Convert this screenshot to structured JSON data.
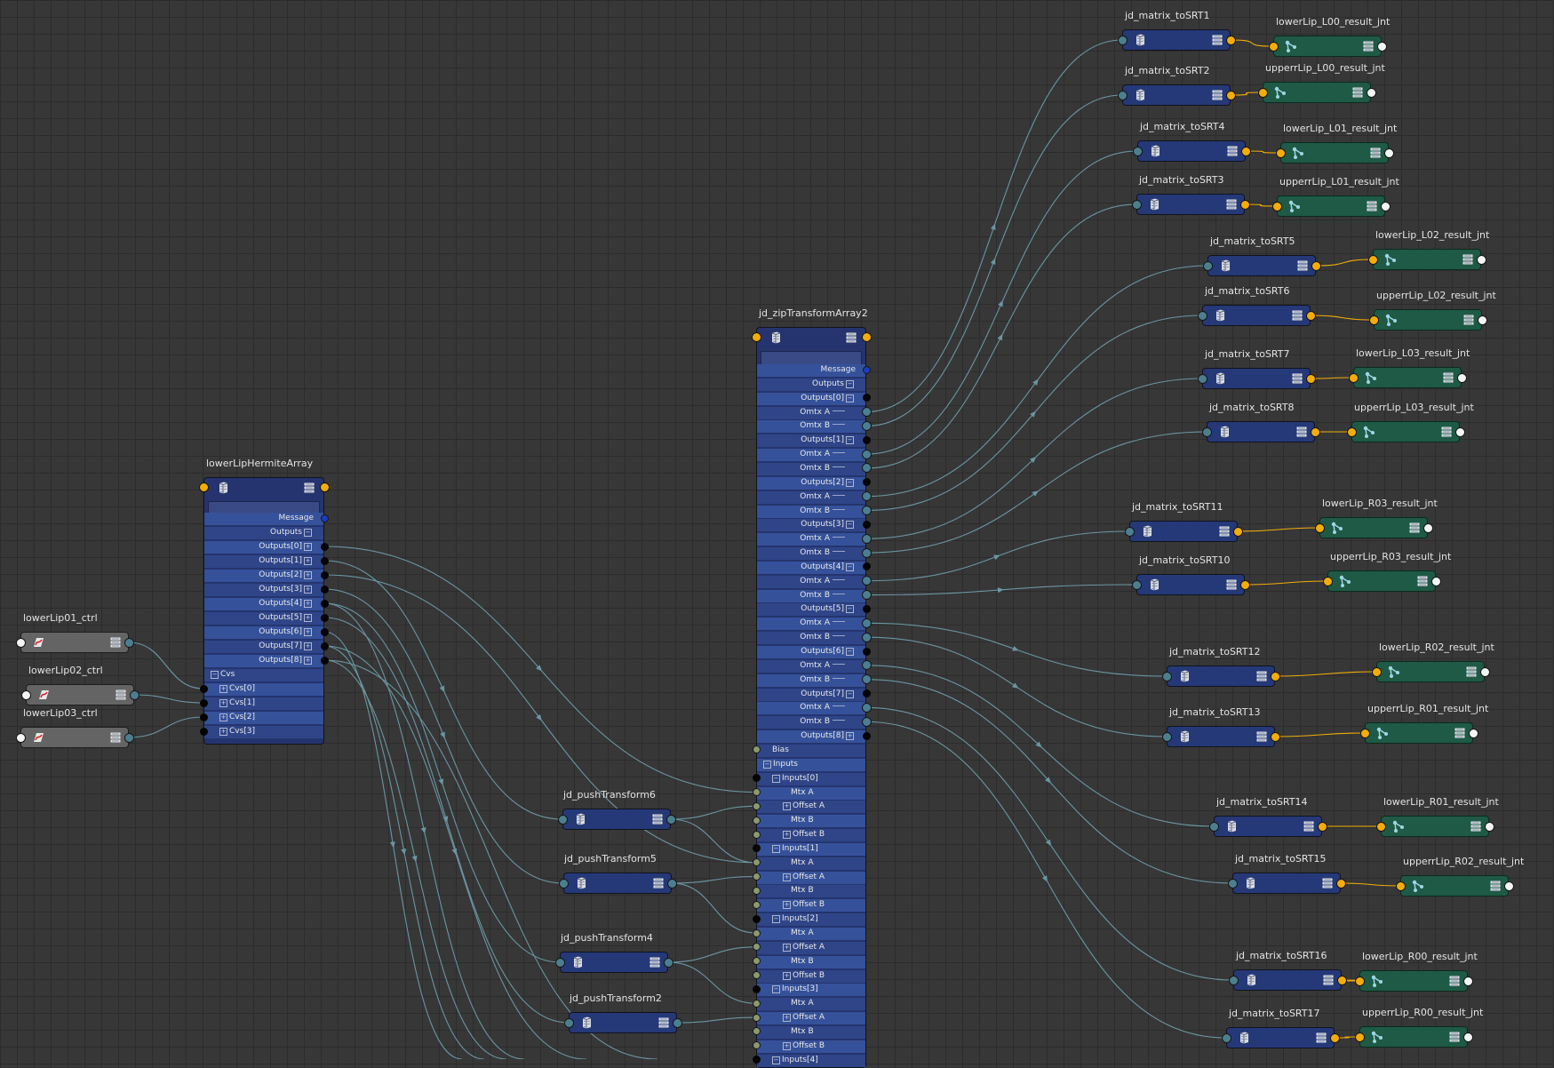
{
  "colors": {
    "background": "#373737",
    "grid": "#2c2c2c",
    "wire": "#6a96a2",
    "wire_active": "#f2ad0a"
  },
  "icons": {
    "transform": "stack-icon",
    "menu": "attribute-menu-icon",
    "ctrl": "nurbs-curve-icon",
    "joint": "joint-icon"
  },
  "hermite": {
    "name": "lowerLipHermiteArray",
    "attrs": [
      "Message",
      "Outputs",
      "Outputs[0]",
      "Outputs[1]",
      "Outputs[2]",
      "Outputs[3]",
      "Outputs[4]",
      "Outputs[5]",
      "Outputs[6]",
      "Outputs[7]",
      "Outputs[8]",
      "Cvs",
      "Cvs[0]",
      "Cvs[1]",
      "Cvs[2]",
      "Cvs[3]"
    ]
  },
  "zip": {
    "name": "jd_zipTransformArray2",
    "attrs": [
      "Message",
      "Outputs",
      "Outputs[0]",
      "Omtx A",
      "Omtx B",
      "Outputs[1]",
      "Omtx A",
      "Omtx B",
      "Outputs[2]",
      "Omtx A",
      "Omtx B",
      "Outputs[3]",
      "Omtx A",
      "Omtx B",
      "Outputs[4]",
      "Omtx A",
      "Omtx B",
      "Outputs[5]",
      "Omtx A",
      "Omtx B",
      "Outputs[6]",
      "Omtx A",
      "Omtx B",
      "Outputs[7]",
      "Omtx A",
      "Omtx B",
      "Outputs[8]",
      "Bias",
      "Inputs",
      "Inputs[0]",
      "Mtx A",
      "Offset A",
      "Mtx B",
      "Offset B",
      "Inputs[1]",
      "Mtx A",
      "Offset A",
      "Mtx B",
      "Offset B",
      "Inputs[2]",
      "Mtx A",
      "Offset A",
      "Mtx B",
      "Offset B",
      "Inputs[3]",
      "Mtx A",
      "Offset A",
      "Mtx B",
      "Offset B",
      "Inputs[4]"
    ]
  },
  "ctrls": [
    {
      "name": "lowerLip01_ctrl"
    },
    {
      "name": "lowerLip02_ctrl"
    },
    {
      "name": "lowerLip03_ctrl"
    }
  ],
  "push": [
    {
      "name": "jd_pushTransform6"
    },
    {
      "name": "jd_pushTransform5"
    },
    {
      "name": "jd_pushTransform4"
    },
    {
      "name": "jd_pushTransform2"
    }
  ],
  "srt": [
    {
      "name": "jd_matrix_toSRT1"
    },
    {
      "name": "jd_matrix_toSRT2"
    },
    {
      "name": "jd_matrix_toSRT4"
    },
    {
      "name": "jd_matrix_toSRT3"
    },
    {
      "name": "jd_matrix_toSRT5"
    },
    {
      "name": "jd_matrix_toSRT6"
    },
    {
      "name": "jd_matrix_toSRT7"
    },
    {
      "name": "jd_matrix_toSRT8"
    },
    {
      "name": "jd_matrix_toSRT11"
    },
    {
      "name": "jd_matrix_toSRT10"
    },
    {
      "name": "jd_matrix_toSRT12"
    },
    {
      "name": "jd_matrix_toSRT13"
    },
    {
      "name": "jd_matrix_toSRT14"
    },
    {
      "name": "jd_matrix_toSRT15"
    },
    {
      "name": "jd_matrix_toSRT16"
    },
    {
      "name": "jd_matrix_toSRT17"
    }
  ],
  "joints": [
    {
      "name": "lowerLip_L00_result_jnt"
    },
    {
      "name": "upperrLip_L00_result_jnt"
    },
    {
      "name": "lowerLip_L01_result_jnt"
    },
    {
      "name": "upperrLip_L01_result_jnt"
    },
    {
      "name": "lowerLip_L02_result_jnt"
    },
    {
      "name": "upperrLip_L02_result_jnt"
    },
    {
      "name": "lowerLip_L03_result_jnt"
    },
    {
      "name": "upperrLip_L03_result_jnt"
    },
    {
      "name": "lowerLip_R03_result_jnt"
    },
    {
      "name": "upperrLip_R03_result_jnt"
    },
    {
      "name": "lowerLip_R02_result_jnt"
    },
    {
      "name": "upperrLip_R01_result_jnt"
    },
    {
      "name": "lowerLip_R01_result_jnt"
    },
    {
      "name": "upperrLip_R02_result_jnt"
    },
    {
      "name": "lowerLip_R00_result_jnt"
    },
    {
      "name": "upperrLip_R00_result_jnt"
    }
  ]
}
